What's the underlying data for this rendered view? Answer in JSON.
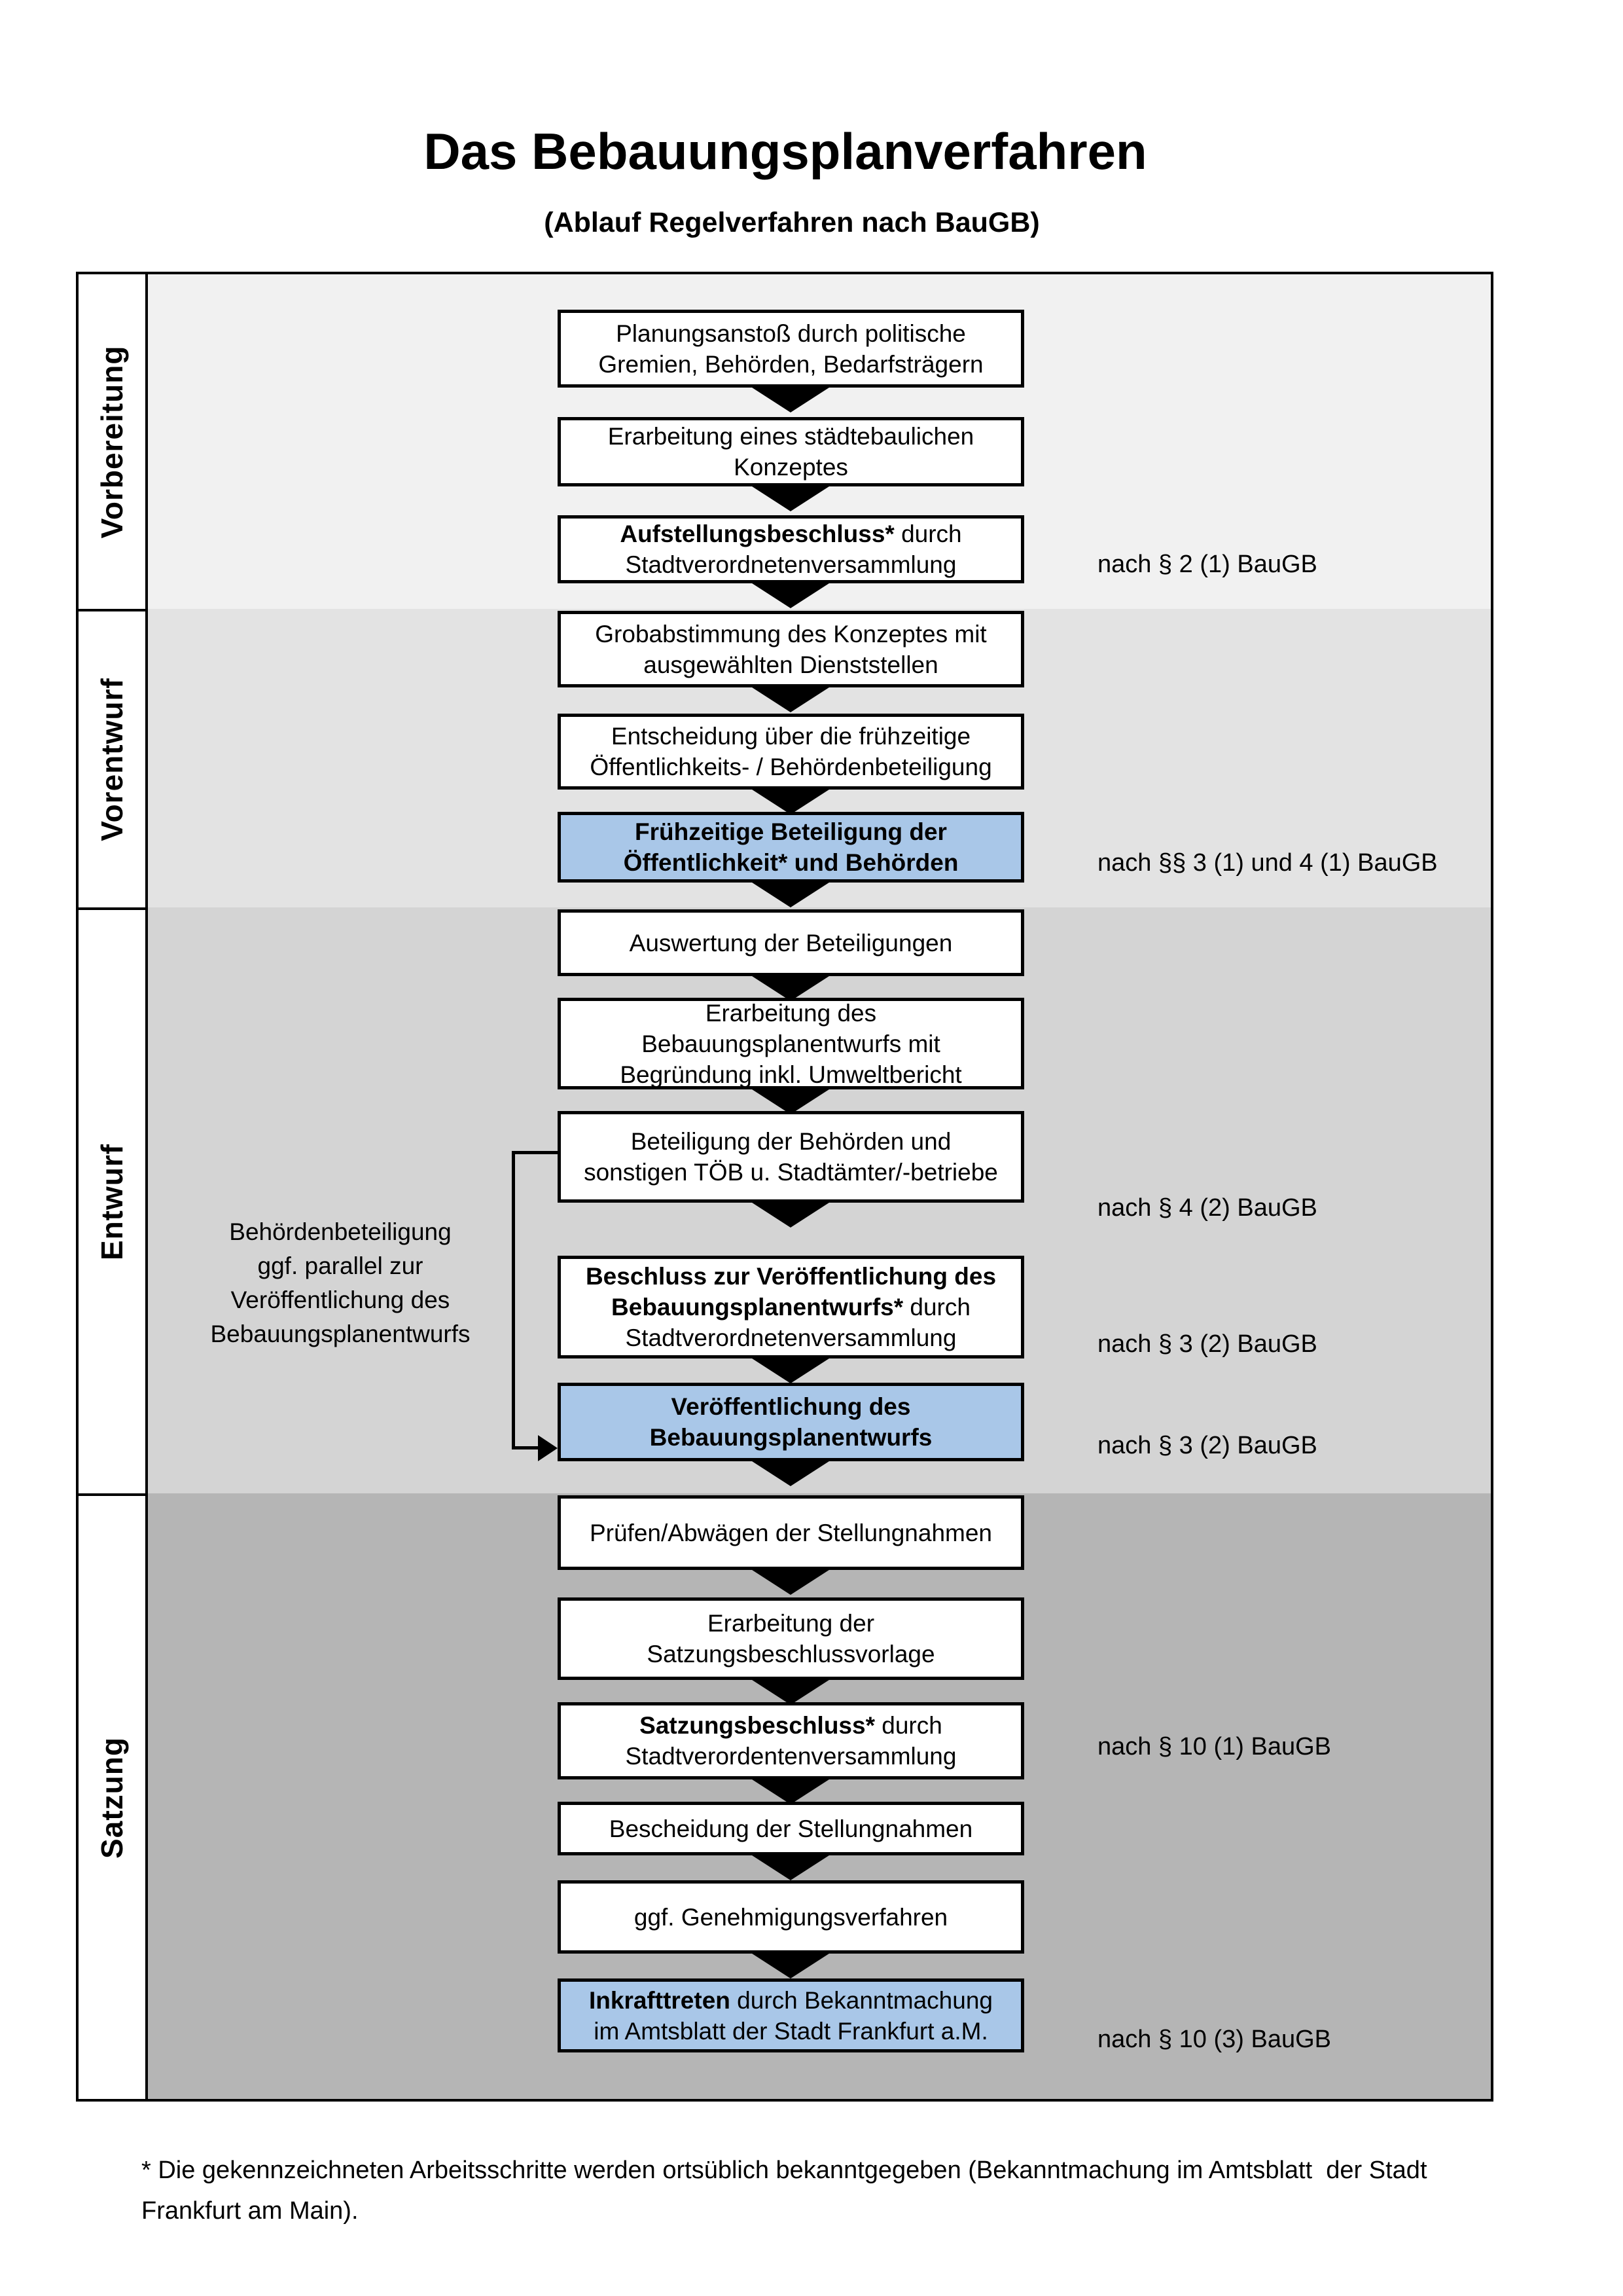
{
  "page": {
    "title": "Das Bebauungsplanverfahren",
    "subtitle": "(Ablauf Regelverfahren nach BauGB)",
    "footnote": "* Die gekennzeichneten Arbeitsschritte werden ortsüblich bekanntgegeben (Bekanntmachung im Amtsblatt  der Stadt\nFrankfurt am Main)."
  },
  "colors": {
    "highlight_blue": "#a9c7e8",
    "band_vorbereitung": "#f1f1f1",
    "band_vorentwurf": "#e3e3e3",
    "band_entwurf": "#d4d4d4",
    "band_satzung": "#b5b5b5"
  },
  "phases": [
    {
      "id": "vorbereitung",
      "label": "Vorbereitung"
    },
    {
      "id": "vorentwurf",
      "label": "Vorentwurf"
    },
    {
      "id": "entwurf",
      "label": "Entwurf"
    },
    {
      "id": "satzung",
      "label": "Satzung"
    }
  ],
  "annotation": {
    "text": "Behördenbeteiligung\nggf. parallel zur\nVeröffentlichung des\nBebauungsplanentwurfs"
  },
  "steps": [
    {
      "id": "planungsanstoss",
      "phase": "vorbereitung",
      "highlight": false,
      "lines": [
        [
          {
            "t": "Planungsanstoß durch politische",
            "b": false
          }
        ],
        [
          {
            "t": "Gremien, Behörden, Bedarfsträgern",
            "b": false
          }
        ]
      ]
    },
    {
      "id": "staedtebauliches-konzept",
      "phase": "vorbereitung",
      "highlight": false,
      "lines": [
        [
          {
            "t": "Erarbeitung eines städtebaulichen",
            "b": false
          }
        ],
        [
          {
            "t": "Konzeptes",
            "b": false
          }
        ]
      ]
    },
    {
      "id": "aufstellungsbeschluss",
      "phase": "vorbereitung",
      "highlight": false,
      "ref": "nach § 2 (1) BauGB",
      "lines": [
        [
          {
            "t": "Aufstellungsbeschluss*",
            "b": true
          },
          {
            "t": " durch",
            "b": false
          }
        ],
        [
          {
            "t": "Stadtverordnetenversammlung",
            "b": false
          }
        ]
      ]
    },
    {
      "id": "grobabstimmung",
      "phase": "vorentwurf",
      "highlight": false,
      "lines": [
        [
          {
            "t": "Grobabstimmung des Konzeptes mit",
            "b": false
          }
        ],
        [
          {
            "t": "ausgewählten Dienststellen",
            "b": false
          }
        ]
      ]
    },
    {
      "id": "entscheidung-fruehzeitige-beteiligung",
      "phase": "vorentwurf",
      "highlight": false,
      "lines": [
        [
          {
            "t": "Entscheidung über die frühzeitige",
            "b": false
          }
        ],
        [
          {
            "t": "Öffentlichkeits- / Behördenbeteiligung",
            "b": false
          }
        ]
      ]
    },
    {
      "id": "fruehzeitige-beteiligung",
      "phase": "vorentwurf",
      "highlight": true,
      "ref": "nach §§ 3 (1) und 4 (1) BauGB",
      "lines": [
        [
          {
            "t": "Frühzeitige Beteiligung der",
            "b": true
          }
        ],
        [
          {
            "t": "Öffentlichkeit* und Behörden",
            "b": true
          }
        ]
      ]
    },
    {
      "id": "auswertung-beteiligungen",
      "phase": "entwurf",
      "highlight": false,
      "lines": [
        [
          {
            "t": "Auswertung der Beteiligungen",
            "b": false
          }
        ]
      ]
    },
    {
      "id": "erarbeitung-bebauungsplanentwurf",
      "phase": "entwurf",
      "highlight": false,
      "lines": [
        [
          {
            "t": "Erarbeitung des",
            "b": false
          }
        ],
        [
          {
            "t": "Bebauungsplanentwurfs mit",
            "b": false
          }
        ],
        [
          {
            "t": "Begründung inkl. Umweltbericht",
            "b": false
          }
        ]
      ]
    },
    {
      "id": "beteiligung-behoerden-toeb",
      "phase": "entwurf",
      "highlight": false,
      "ref": "nach § 4 (2) BauGB",
      "lines": [
        [
          {
            "t": "Beteiligung der Behörden und",
            "b": false
          }
        ],
        [
          {
            "t": "sonstigen TÖB u. Stadtämter/-betriebe",
            "b": false
          }
        ]
      ]
    },
    {
      "id": "beschluss-veroeffentlichung",
      "phase": "entwurf",
      "highlight": false,
      "ref": "nach § 3 (2) BauGB",
      "lines": [
        [
          {
            "t": "Beschluss zur Veröffentlichung des",
            "b": true
          }
        ],
        [
          {
            "t": "Bebauungsplanentwurfs*",
            "b": true
          },
          {
            "t": " durch",
            "b": false
          }
        ],
        [
          {
            "t": "Stadtverordnetenversammlung",
            "b": false
          }
        ]
      ]
    },
    {
      "id": "veroeffentlichung-entwurf",
      "phase": "entwurf",
      "highlight": true,
      "ref": "nach § 3 (2) BauGB",
      "lines": [
        [
          {
            "t": "Veröffentlichung des",
            "b": true
          }
        ],
        [
          {
            "t": "Bebauungsplanentwurfs",
            "b": true
          }
        ]
      ]
    },
    {
      "id": "pruefen-abwaegen",
      "phase": "satzung",
      "highlight": false,
      "lines": [
        [
          {
            "t": "Prüfen/Abwägen der Stellungnahmen",
            "b": false
          }
        ]
      ]
    },
    {
      "id": "satzungsbeschlussvorlage",
      "phase": "satzung",
      "highlight": false,
      "lines": [
        [
          {
            "t": "Erarbeitung der",
            "b": false
          }
        ],
        [
          {
            "t": "Satzungsbeschlussvorlage",
            "b": false
          }
        ]
      ]
    },
    {
      "id": "satzungsbeschluss",
      "phase": "satzung",
      "highlight": false,
      "ref": "nach § 10 (1) BauGB",
      "lines": [
        [
          {
            "t": "Satzungsbeschluss*",
            "b": true
          },
          {
            "t": " durch",
            "b": false
          }
        ],
        [
          {
            "t": "Stadtverordentenversammlung",
            "b": false
          }
        ]
      ]
    },
    {
      "id": "bescheidung-stellungnahmen",
      "phase": "satzung",
      "highlight": false,
      "lines": [
        [
          {
            "t": "Bescheidung der Stellungnahmen",
            "b": false
          }
        ]
      ]
    },
    {
      "id": "genehmigungsverfahren",
      "phase": "satzung",
      "highlight": false,
      "lines": [
        [
          {
            "t": "ggf. Genehmigungsverfahren",
            "b": false
          }
        ]
      ]
    },
    {
      "id": "inkrafttreten",
      "phase": "satzung",
      "highlight": true,
      "ref": "nach § 10 (3) BauGB",
      "lines": [
        [
          {
            "t": "Inkrafttreten",
            "b": true
          },
          {
            "t": " durch Bekanntmachung",
            "b": false
          }
        ],
        [
          {
            "t": "im Amtsblatt der Stadt Frankfurt a.M.",
            "b": false
          }
        ]
      ]
    }
  ]
}
